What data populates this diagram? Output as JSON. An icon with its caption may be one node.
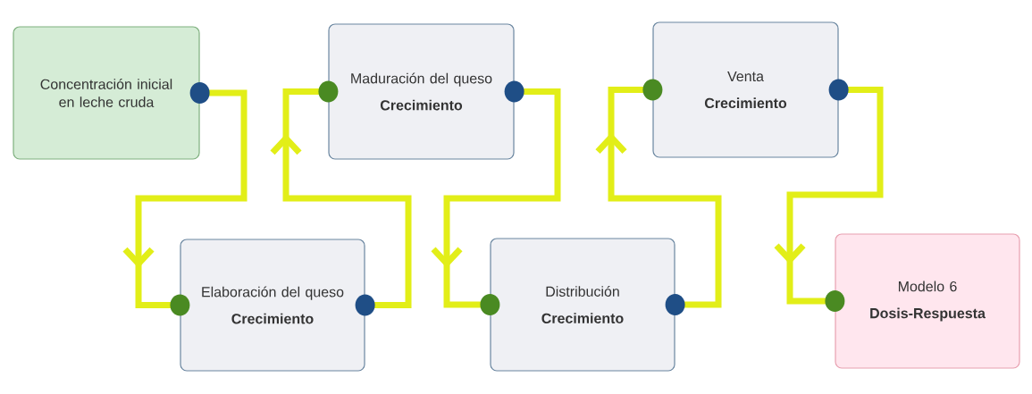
{
  "diagram": {
    "nodes": [
      {
        "text": [
          "Concentración inicial en leche cruda"
        ]
      },
      {
        "text": [
          "Maduración del queso",
          "Crecimiento"
        ]
      },
      {
        "text": [
          "Elaboración del queso",
          "Crecimiento"
        ]
      },
      {
        "text": [
          "Venta",
          "Crecimiento"
        ]
      },
      {
        "text": [
          "Distribución",
          "Crecimiento"
        ]
      },
      {
        "text": [
          "Modelo 6",
          "Dosis-Respuesta"
        ]
      }
    ],
    "edges": [
      {
        "from": 0,
        "to": 2,
        "arrow": "to"
      },
      {
        "from": 2,
        "to": 1,
        "arrow": "to"
      },
      {
        "from": 1,
        "to": 4,
        "arrow": "to"
      },
      {
        "from": 4,
        "to": 3,
        "arrow": "to"
      },
      {
        "from": 3,
        "to": 5,
        "arrow": "to"
      }
    ]
  }
}
